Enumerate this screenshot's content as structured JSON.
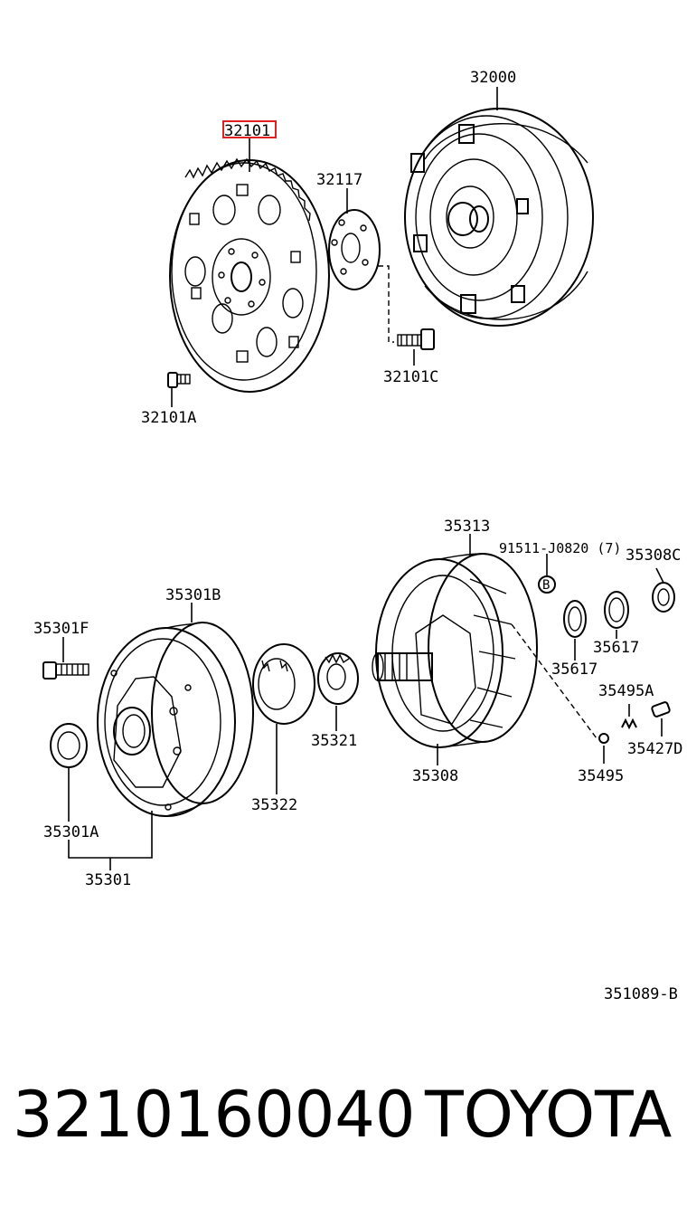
{
  "parts": {
    "p32000": "32000",
    "p32101": "32101",
    "p32117": "32117",
    "p32101C": "32101C",
    "p32101A": "32101A",
    "p35313": "35313",
    "p91511": "91511-J0820 (7)",
    "p35308C": "35308C",
    "p35301B": "35301B",
    "p35301F": "35301F",
    "p35617a": "35617",
    "p35617b": "35617",
    "p35495A": "35495A",
    "p35321": "35321",
    "p35427D": "35427D",
    "p35308": "35308",
    "p35495": "35495",
    "p35322": "35322",
    "p35301A": "35301A",
    "p35301": "35301",
    "ref": "351089-B",
    "circleB": "B"
  },
  "highlight_color": "#e02020",
  "footer": {
    "part_number": "3210160040",
    "brand": "TOYOTA"
  }
}
